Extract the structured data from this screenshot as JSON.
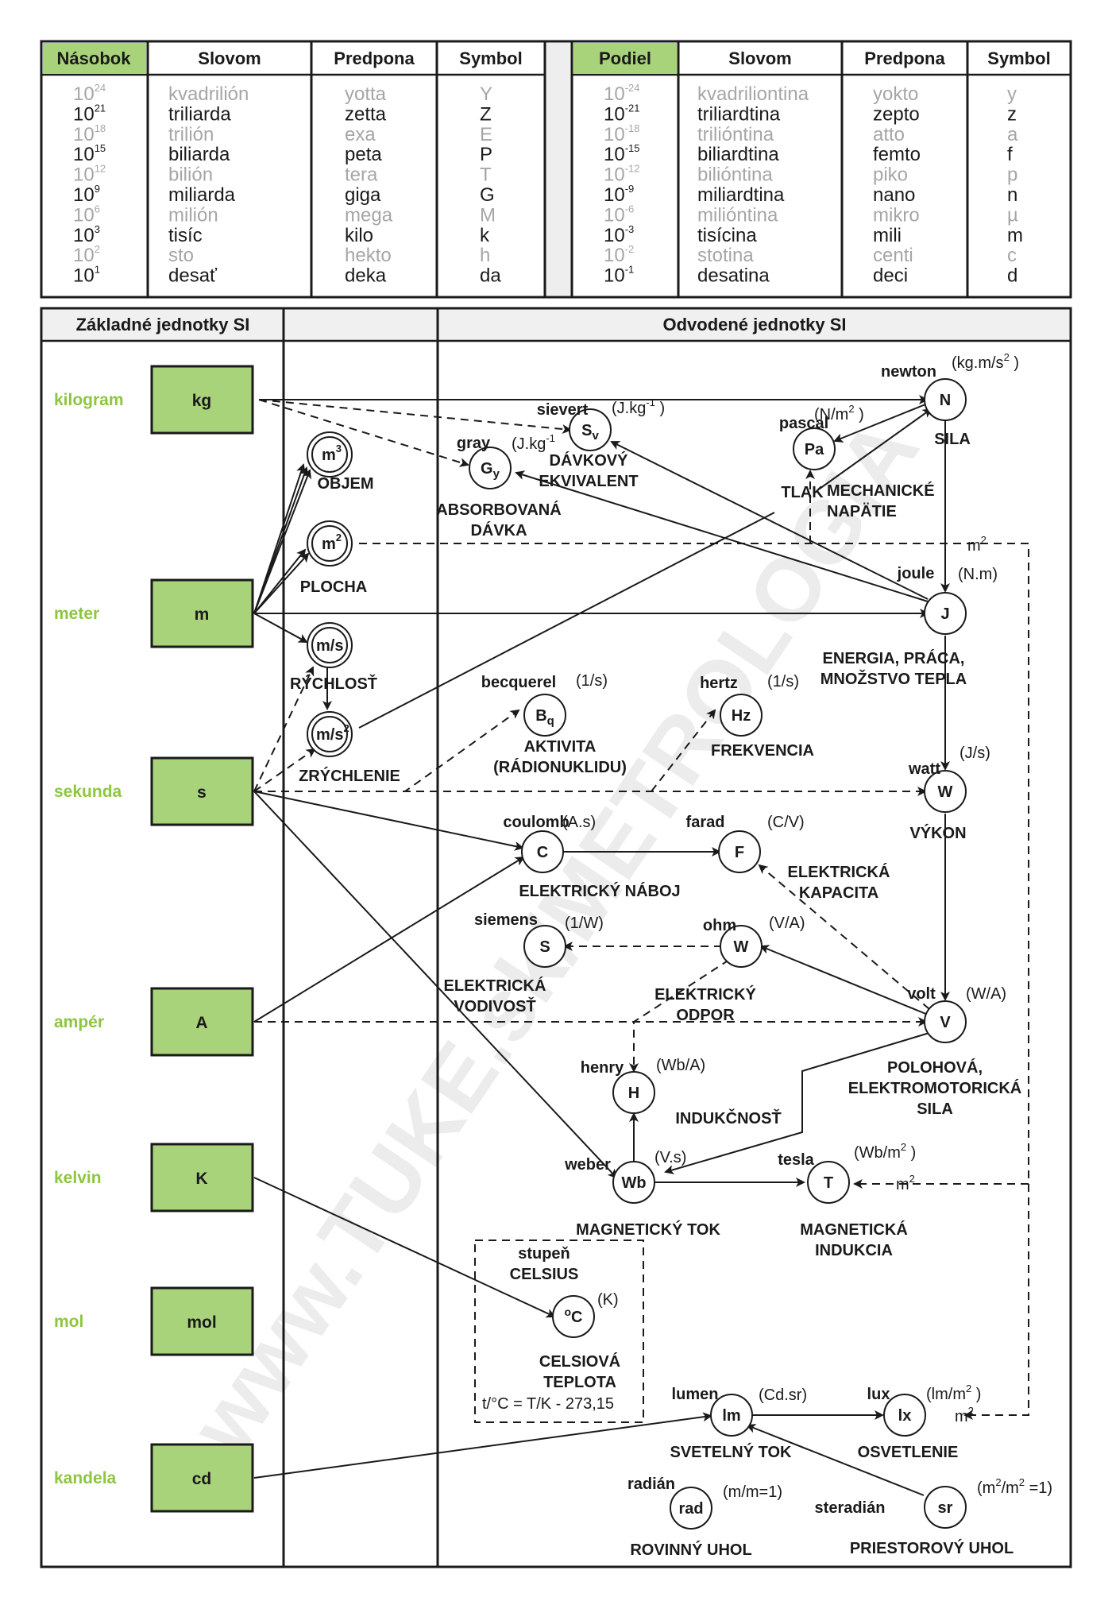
{
  "prefix_table": {
    "multiples_headers": [
      "Násobok",
      "Slovom",
      "Predpona",
      "Symbol"
    ],
    "fractions_headers": [
      "Podiel",
      "Slovom",
      "Predpona",
      "Symbol"
    ],
    "multiples": [
      {
        "base": "10",
        "exp": "24",
        "word": "kvadrilión",
        "prefix": "yotta",
        "symbol": "Y",
        "muted": true
      },
      {
        "base": "10",
        "exp": "21",
        "word": "triliarda",
        "prefix": "zetta",
        "symbol": "Z",
        "muted": false
      },
      {
        "base": "10",
        "exp": "18",
        "word": "trilión",
        "prefix": "exa",
        "symbol": "E",
        "muted": true
      },
      {
        "base": "10",
        "exp": "15",
        "word": "biliarda",
        "prefix": "peta",
        "symbol": "P",
        "muted": false
      },
      {
        "base": "10",
        "exp": "12",
        "word": "bilión",
        "prefix": "tera",
        "symbol": "T",
        "muted": true
      },
      {
        "base": "10",
        "exp": "9",
        "word": "miliarda",
        "prefix": "giga",
        "symbol": "G",
        "muted": false
      },
      {
        "base": "10",
        "exp": "6",
        "word": "milión",
        "prefix": "mega",
        "symbol": "M",
        "muted": true
      },
      {
        "base": "10",
        "exp": "3",
        "word": "tisíc",
        "prefix": "kilo",
        "symbol": "k",
        "muted": false
      },
      {
        "base": "10",
        "exp": "2",
        "word": "sto",
        "prefix": "hekto",
        "symbol": "h",
        "muted": true
      },
      {
        "base": "10",
        "exp": "1",
        "word": "desať",
        "prefix": "deka",
        "symbol": "da",
        "muted": false
      }
    ],
    "fractions": [
      {
        "base": "10",
        "exp": "-24",
        "word": "kvadriliontina",
        "prefix": "yokto",
        "symbol": "y",
        "muted": true
      },
      {
        "base": "10",
        "exp": "-21",
        "word": "triliardtina",
        "prefix": "zepto",
        "symbol": "z",
        "muted": false
      },
      {
        "base": "10",
        "exp": "-18",
        "word": "trilióntina",
        "prefix": "atto",
        "symbol": "a",
        "muted": true
      },
      {
        "base": "10",
        "exp": "-15",
        "word": "biliardtina",
        "prefix": "femto",
        "symbol": "f",
        "muted": false
      },
      {
        "base": "10",
        "exp": "-12",
        "word": "bilióntina",
        "prefix": "piko",
        "symbol": "p",
        "muted": true
      },
      {
        "base": "10",
        "exp": "-9",
        "word": "miliardtina",
        "prefix": "nano",
        "symbol": "n",
        "muted": false
      },
      {
        "base": "10",
        "exp": "-6",
        "word": "milióntina",
        "prefix": "mikro",
        "symbol": "µ",
        "muted": true
      },
      {
        "base": "10",
        "exp": "-3",
        "word": "tisícina",
        "prefix": "mili",
        "symbol": "m",
        "muted": false
      },
      {
        "base": "10",
        "exp": "-2",
        "word": "stotina",
        "prefix": "centi",
        "symbol": "c",
        "muted": true
      },
      {
        "base": "10",
        "exp": "-1",
        "word": "desatina",
        "prefix": "deci",
        "symbol": "d",
        "muted": false
      }
    ]
  },
  "units_section": {
    "base_header": "Základné jednotky SI",
    "derived_header": "Odvodené jednotky SI",
    "base_units": [
      {
        "label": "kilogram",
        "symbol": "kg"
      },
      {
        "label": "meter",
        "symbol": "m"
      },
      {
        "label": "sekunda",
        "symbol": "s"
      },
      {
        "label": "ampér",
        "symbol": "A"
      },
      {
        "label": "kelvin",
        "symbol": "K"
      },
      {
        "label": "mol",
        "symbol": "mol"
      },
      {
        "label": "kandela",
        "symbol": "cd"
      }
    ],
    "intermediate": [
      {
        "id": "m3",
        "symbol": "m",
        "sup": "3",
        "caption": "OBJEM"
      },
      {
        "id": "m2",
        "symbol": "m",
        "sup": "2",
        "caption": "PLOCHA"
      },
      {
        "id": "ms",
        "symbol": "m/s",
        "caption": "RÝCHLOSŤ"
      },
      {
        "id": "ms2",
        "symbol": "m/s",
        "sup": "2",
        "caption": "ZRÝCHLENIE"
      }
    ],
    "derived": [
      {
        "id": "N",
        "name": "newton",
        "dim": "(kg.m/s",
        "dim_sup": "2",
        "dim_end": " )",
        "caption": [
          "SILA"
        ]
      },
      {
        "id": "Pa",
        "name": "pascal",
        "dim": "(N/m",
        "dim_sup": "2",
        "dim_end": " )",
        "caption": [
          "TLAK"
        ]
      },
      {
        "id": "Sv",
        "name": "sievert",
        "dim": "(J.kg",
        "dim_sup": "-1",
        "dim_end": " )",
        "caption": [
          "DÁVKOVÝ",
          "EKVIVALENT"
        ]
      },
      {
        "id": "Gy",
        "name": "gray",
        "dim": "(J.kg",
        "dim_sup": "-1",
        "dim_end": "",
        "caption": [
          "ABSORBOVANÁ",
          "DÁVKA"
        ]
      },
      {
        "id": "J",
        "name": "joule",
        "dim": "(N.m)",
        "caption": [
          "ENERGIA, PRÁCA,",
          "MNOŽSTVO TEPLA"
        ]
      },
      {
        "id": "Bq",
        "name": "becquerel",
        "dim": "(1/s)",
        "caption": [
          "AKTIVITA",
          "(RÁDIONUKLIDU)"
        ]
      },
      {
        "id": "Hz",
        "name": "hertz",
        "dim": "(1/s)",
        "caption": [
          "FREKVENCIA"
        ]
      },
      {
        "id": "W",
        "name": "watt",
        "dim": "(J/s)",
        "caption": [
          "VÝKON"
        ]
      },
      {
        "id": "C",
        "name": "coulomb",
        "dim": "(A.s)",
        "caption": [
          "ELEKTRICKÝ NÁBOJ"
        ]
      },
      {
        "id": "F",
        "name": "farad",
        "dim": "(C/V)",
        "caption": [
          "ELEKTRICKÁ",
          "KAPACITA"
        ]
      },
      {
        "id": "S",
        "name": "siemens",
        "dim": "(1/W)",
        "caption": [
          "ELEKTRICKÁ",
          "VODIVOSŤ"
        ]
      },
      {
        "id": "Ohm",
        "name": "ohm",
        "dim": "(V/A)",
        "caption": [
          "ELEKTRICKÝ",
          "ODPOR"
        ]
      },
      {
        "id": "V",
        "name": "volt",
        "dim": "(W/A)",
        "caption": [
          "POLOHOVÁ,",
          "ELEKTROMOTORICKÁ",
          "SILA"
        ]
      },
      {
        "id": "H",
        "name": "henry",
        "dim": "(Wb/A)",
        "caption": [
          "INDUKČNOSŤ"
        ]
      },
      {
        "id": "Wb",
        "name": "weber",
        "dim": "(V.s)",
        "caption": [
          "MAGNETICKÝ TOK"
        ]
      },
      {
        "id": "T",
        "name": "tesla",
        "dim": "(Wb/m",
        "dim_sup": "2",
        "dim_end": " )",
        "caption": [
          "MAGNETICKÁ",
          "INDUKCIA"
        ]
      },
      {
        "id": "degC",
        "name": [
          "stupeň",
          "CELSIUS"
        ],
        "dim": "(K)",
        "caption": [
          "CELSIOVÁ",
          "TEPLOTA"
        ]
      },
      {
        "id": "lm",
        "name": "lumen",
        "dim": "(Cd.sr)",
        "caption": [
          "SVETELNÝ TOK"
        ]
      },
      {
        "id": "lx",
        "name": "lux",
        "dim": "(lm/m",
        "dim_sup": "2",
        "dim_end": " )",
        "caption": [
          "OSVETLENIE"
        ]
      },
      {
        "id": "rad",
        "name": "radián",
        "dim": "(m/m=1)",
        "caption": [
          "ROVINNÝ UHOL"
        ]
      },
      {
        "id": "sr",
        "name": "steradián",
        "dim": "(m",
        "dim_sup": "2",
        "dim_mid": "/m",
        "dim_sup2": "2",
        "dim_end": " =1)",
        "caption": [
          "PRIESTOROVÝ UHOL"
        ]
      }
    ],
    "symbols": {
      "N": "N",
      "Pa": "Pa",
      "Sv": "S",
      "Sv_sub": "v",
      "Gy": "G",
      "Gy_sub": "y",
      "J": "J",
      "Bq": "B",
      "Bq_sub": "q",
      "Hz": "Hz",
      "W": "W",
      "C": "C",
      "F": "F",
      "S": "S",
      "Ohm": "W",
      "V": "V",
      "H": "H",
      "Wb": "Wb",
      "T": "T",
      "degC_sup": "o",
      "degC": "C",
      "lm": "lm",
      "lx": "lx",
      "rad": "rad",
      "sr": "sr"
    },
    "connector_labels": {
      "m2_top": "m",
      "m2_top_sup": "2",
      "m2_T": "m",
      "m2_T_sup": "2",
      "m2_lx": "m",
      "m2_lx_sup": "2"
    },
    "mechanical_stress": [
      "MECHANICKÉ",
      "NAPÄTIE"
    ],
    "celsius_formula": "t/°C = T/K - 273,15"
  },
  "watermark": "www.TUKE.sk/METROLOGIA",
  "colors": {
    "green_fill": "#a8d37a",
    "green_text": "#8dc63f",
    "muted": "#a6a6a6",
    "ink": "#1a1a1a"
  }
}
